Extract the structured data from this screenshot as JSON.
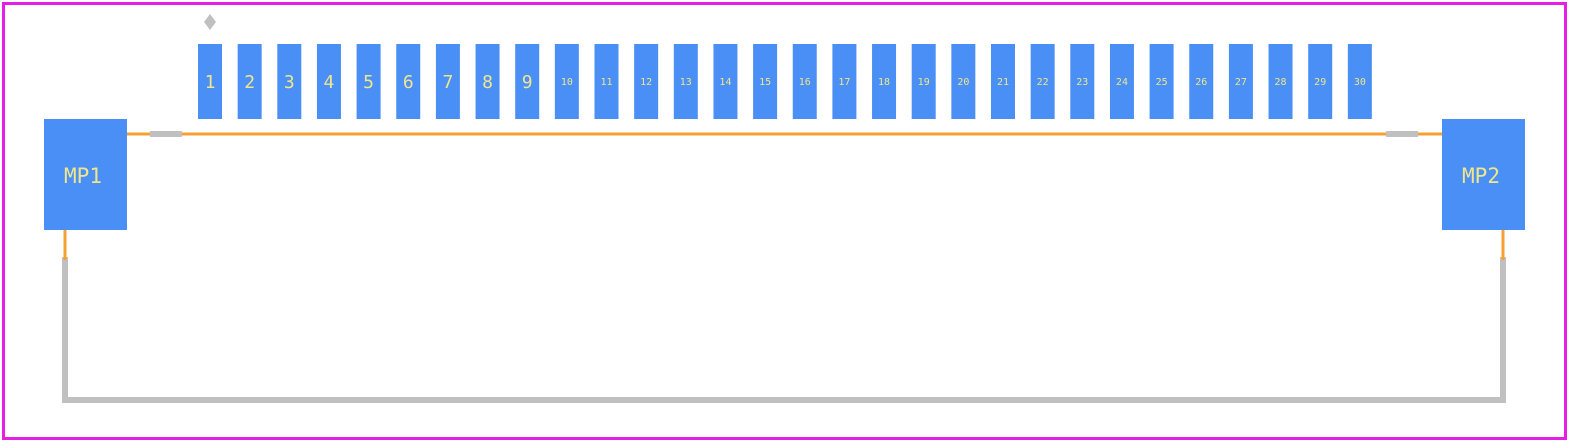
{
  "footprint": {
    "colors": {
      "board_outline": "#e61ee6",
      "pad": "#4a8ff5",
      "pad_label": "#f0e68c",
      "assembly_outline": "#f5a030",
      "silkscreen": "#c0c0c0",
      "background": "#ffffff"
    },
    "pin1_marker": {
      "icon": "pin1-diamond-icon"
    },
    "signal_pads": [
      {
        "label": "1"
      },
      {
        "label": "2"
      },
      {
        "label": "3"
      },
      {
        "label": "4"
      },
      {
        "label": "5"
      },
      {
        "label": "6"
      },
      {
        "label": "7"
      },
      {
        "label": "8"
      },
      {
        "label": "9"
      },
      {
        "label": "10"
      },
      {
        "label": "11"
      },
      {
        "label": "12"
      },
      {
        "label": "13"
      },
      {
        "label": "14"
      },
      {
        "label": "15"
      },
      {
        "label": "16"
      },
      {
        "label": "17"
      },
      {
        "label": "18"
      },
      {
        "label": "19"
      },
      {
        "label": "20"
      },
      {
        "label": "21"
      },
      {
        "label": "22"
      },
      {
        "label": "23"
      },
      {
        "label": "24"
      },
      {
        "label": "25"
      },
      {
        "label": "26"
      },
      {
        "label": "27"
      },
      {
        "label": "28"
      },
      {
        "label": "29"
      },
      {
        "label": "30"
      }
    ],
    "mounting_pads": [
      {
        "label": "MP1"
      },
      {
        "label": "MP2"
      }
    ]
  }
}
